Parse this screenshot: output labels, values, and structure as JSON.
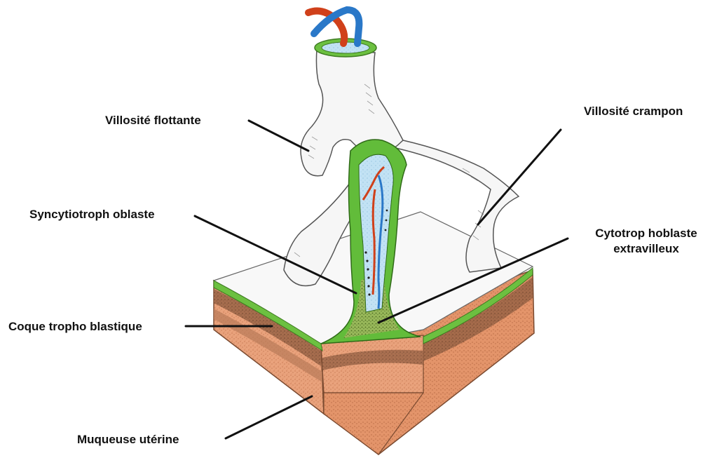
{
  "labels": {
    "villosite_flottante": "Villosité flottante",
    "villosite_crampon": "Villosité crampon",
    "syncytiotrophoblaste": "Syncytiotroph oblaste",
    "cytotrophoblaste_line1": "Cytotrop hoblaste",
    "cytotrophoblaste_line2": "extravilleux",
    "coque_trophoblastique": "Coque tropho blastique",
    "muqueuse_uterine": "Muqueuse utérine"
  },
  "colors": {
    "villus_fill": "#f5f5f5",
    "villus_outline": "#666666",
    "syncytiotrophoblast_green": "#5cb836",
    "cytotrophoblast_green": "#8ab04a",
    "mesenchyme_blue": "#b8dcf0",
    "artery_red": "#d0401a",
    "vein_blue": "#2a78c8",
    "mucosa_pink": "#e8a078",
    "mucosa_dark": "#8a5a40",
    "leader_line": "#111111"
  }
}
